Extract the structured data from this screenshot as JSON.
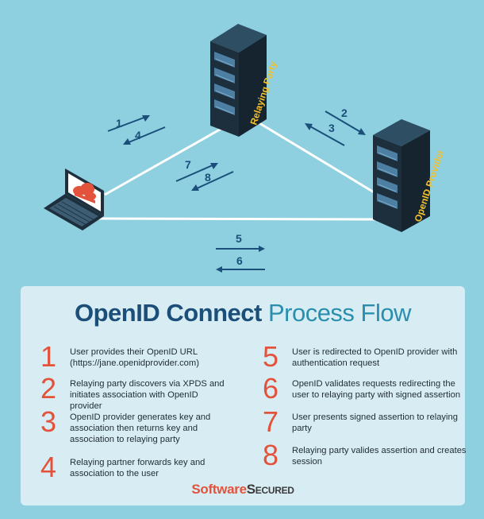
{
  "diagram": {
    "relaying_party_label": "Relaying Party",
    "openid_provider_label": "OpenID Provider",
    "arrow_labels": [
      "1",
      "4",
      "2",
      "3",
      "7",
      "8",
      "5",
      "6"
    ]
  },
  "panel": {
    "title_bold": "OpenID Connect",
    "title_light": "Process Flow",
    "steps": [
      {
        "num": "1",
        "text": "User provides their OpenID URL (https://jane.openidprovider.com)"
      },
      {
        "num": "2",
        "text": "Relaying party discovers via  XPDS and initiates association with OpenID provider"
      },
      {
        "num": "3",
        "text": "OpenID provider generates key and association then returns key and association to relaying party"
      },
      {
        "num": "4",
        "text": "Relaying partner forwards key and association to the user"
      },
      {
        "num": "5",
        "text": "User is redirected to OpenID provider with authentication request"
      },
      {
        "num": "6",
        "text": "OpenID validates requests redirecting the user to relaying party with signed assertion"
      },
      {
        "num": "7",
        "text": "User presents signed assertion to relaying party"
      },
      {
        "num": "8",
        "text": "Relaying party valides assertion and creates session"
      }
    ],
    "brand_part1": "Software",
    "brand_part2": "Secured"
  },
  "colors": {
    "background": "#8ecfe0",
    "panel": "#d8edf3",
    "title_dark": "#1b4f7a",
    "title_light": "#2a8fae",
    "step_number": "#e3533c",
    "server_label": "#f2c12e"
  }
}
